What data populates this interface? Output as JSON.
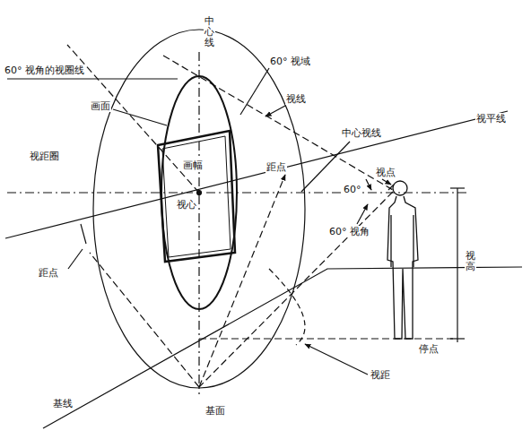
{
  "diagram": {
    "labels": [
      "中心线",
      "60° 视角的视圈线",
      "画面",
      "60° 视域",
      "视线",
      "视平线",
      "中心视线",
      "视距圈",
      "画幅",
      "距点",
      "视点",
      "60°",
      "视心",
      "60° 视角",
      "视高",
      "距点",
      "停点",
      "视距",
      "基线",
      "基面"
    ]
  }
}
